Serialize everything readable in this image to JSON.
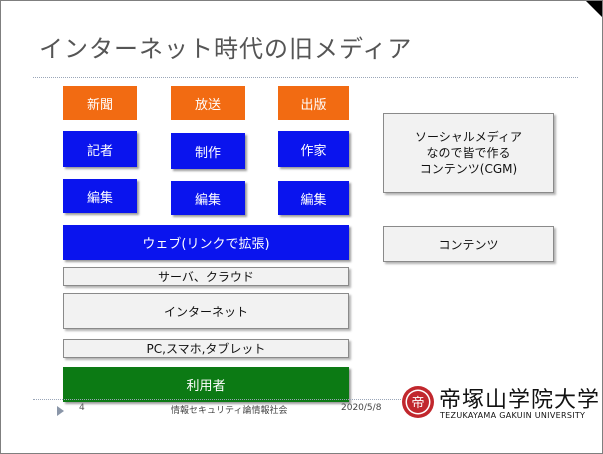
{
  "slide": {
    "title": "インターネット時代の旧メディア"
  },
  "boxes": {
    "top_row": [
      "新聞",
      "放送",
      "出版"
    ],
    "producer_row": [
      "記者",
      "制作",
      "作家"
    ],
    "edit_row": [
      "編集",
      "編集",
      "編集"
    ],
    "web": "ウェブ(リンクで拡張)",
    "server": "サーバ、クラウド",
    "internet": "インターネット",
    "devices": "PC,スマホ,タブレット",
    "users": "利用者",
    "social_media_lines": [
      "ソーシャルメディア",
      "なので皆で作る",
      "コンテンツ(CGM)"
    ],
    "contents": "コンテンツ"
  },
  "footer": {
    "page_number": "4",
    "text": "情報セキュリティ論情報社会",
    "date": "2020/5/8"
  },
  "logo": {
    "name": "帝塚山学院大学",
    "subtitle": "TEZUKAYAMA GAKUIN UNIVERSITY",
    "seal_char": "帝"
  },
  "colors": {
    "orange": "#f26b12",
    "blue": "#0a14ee",
    "green": "#0c7a14",
    "light_gray": "#f2f2f2",
    "logo_red": "#c1272d"
  }
}
